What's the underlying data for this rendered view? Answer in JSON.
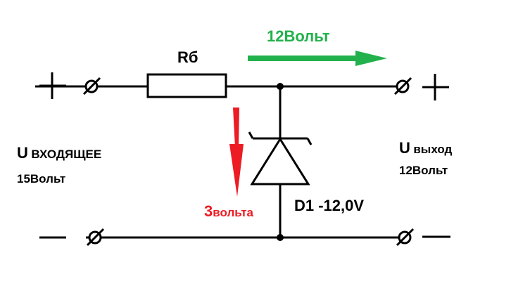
{
  "labels": {
    "current_top": "12Вольт",
    "resistor": "Rб",
    "input_u": "U",
    "input_word": "ВХОДЯЩЕЕ",
    "input_voltage": "15Вольт",
    "output_u": "U",
    "output_word": "выход",
    "output_voltage": "12Вольт",
    "drop_digit": "3",
    "drop_word": "вольта",
    "diode": "D1 -12,0V"
  },
  "colors": {
    "wire": "#000000",
    "green_arrow": "#22b14c",
    "red_arrow": "#ed1c24"
  }
}
